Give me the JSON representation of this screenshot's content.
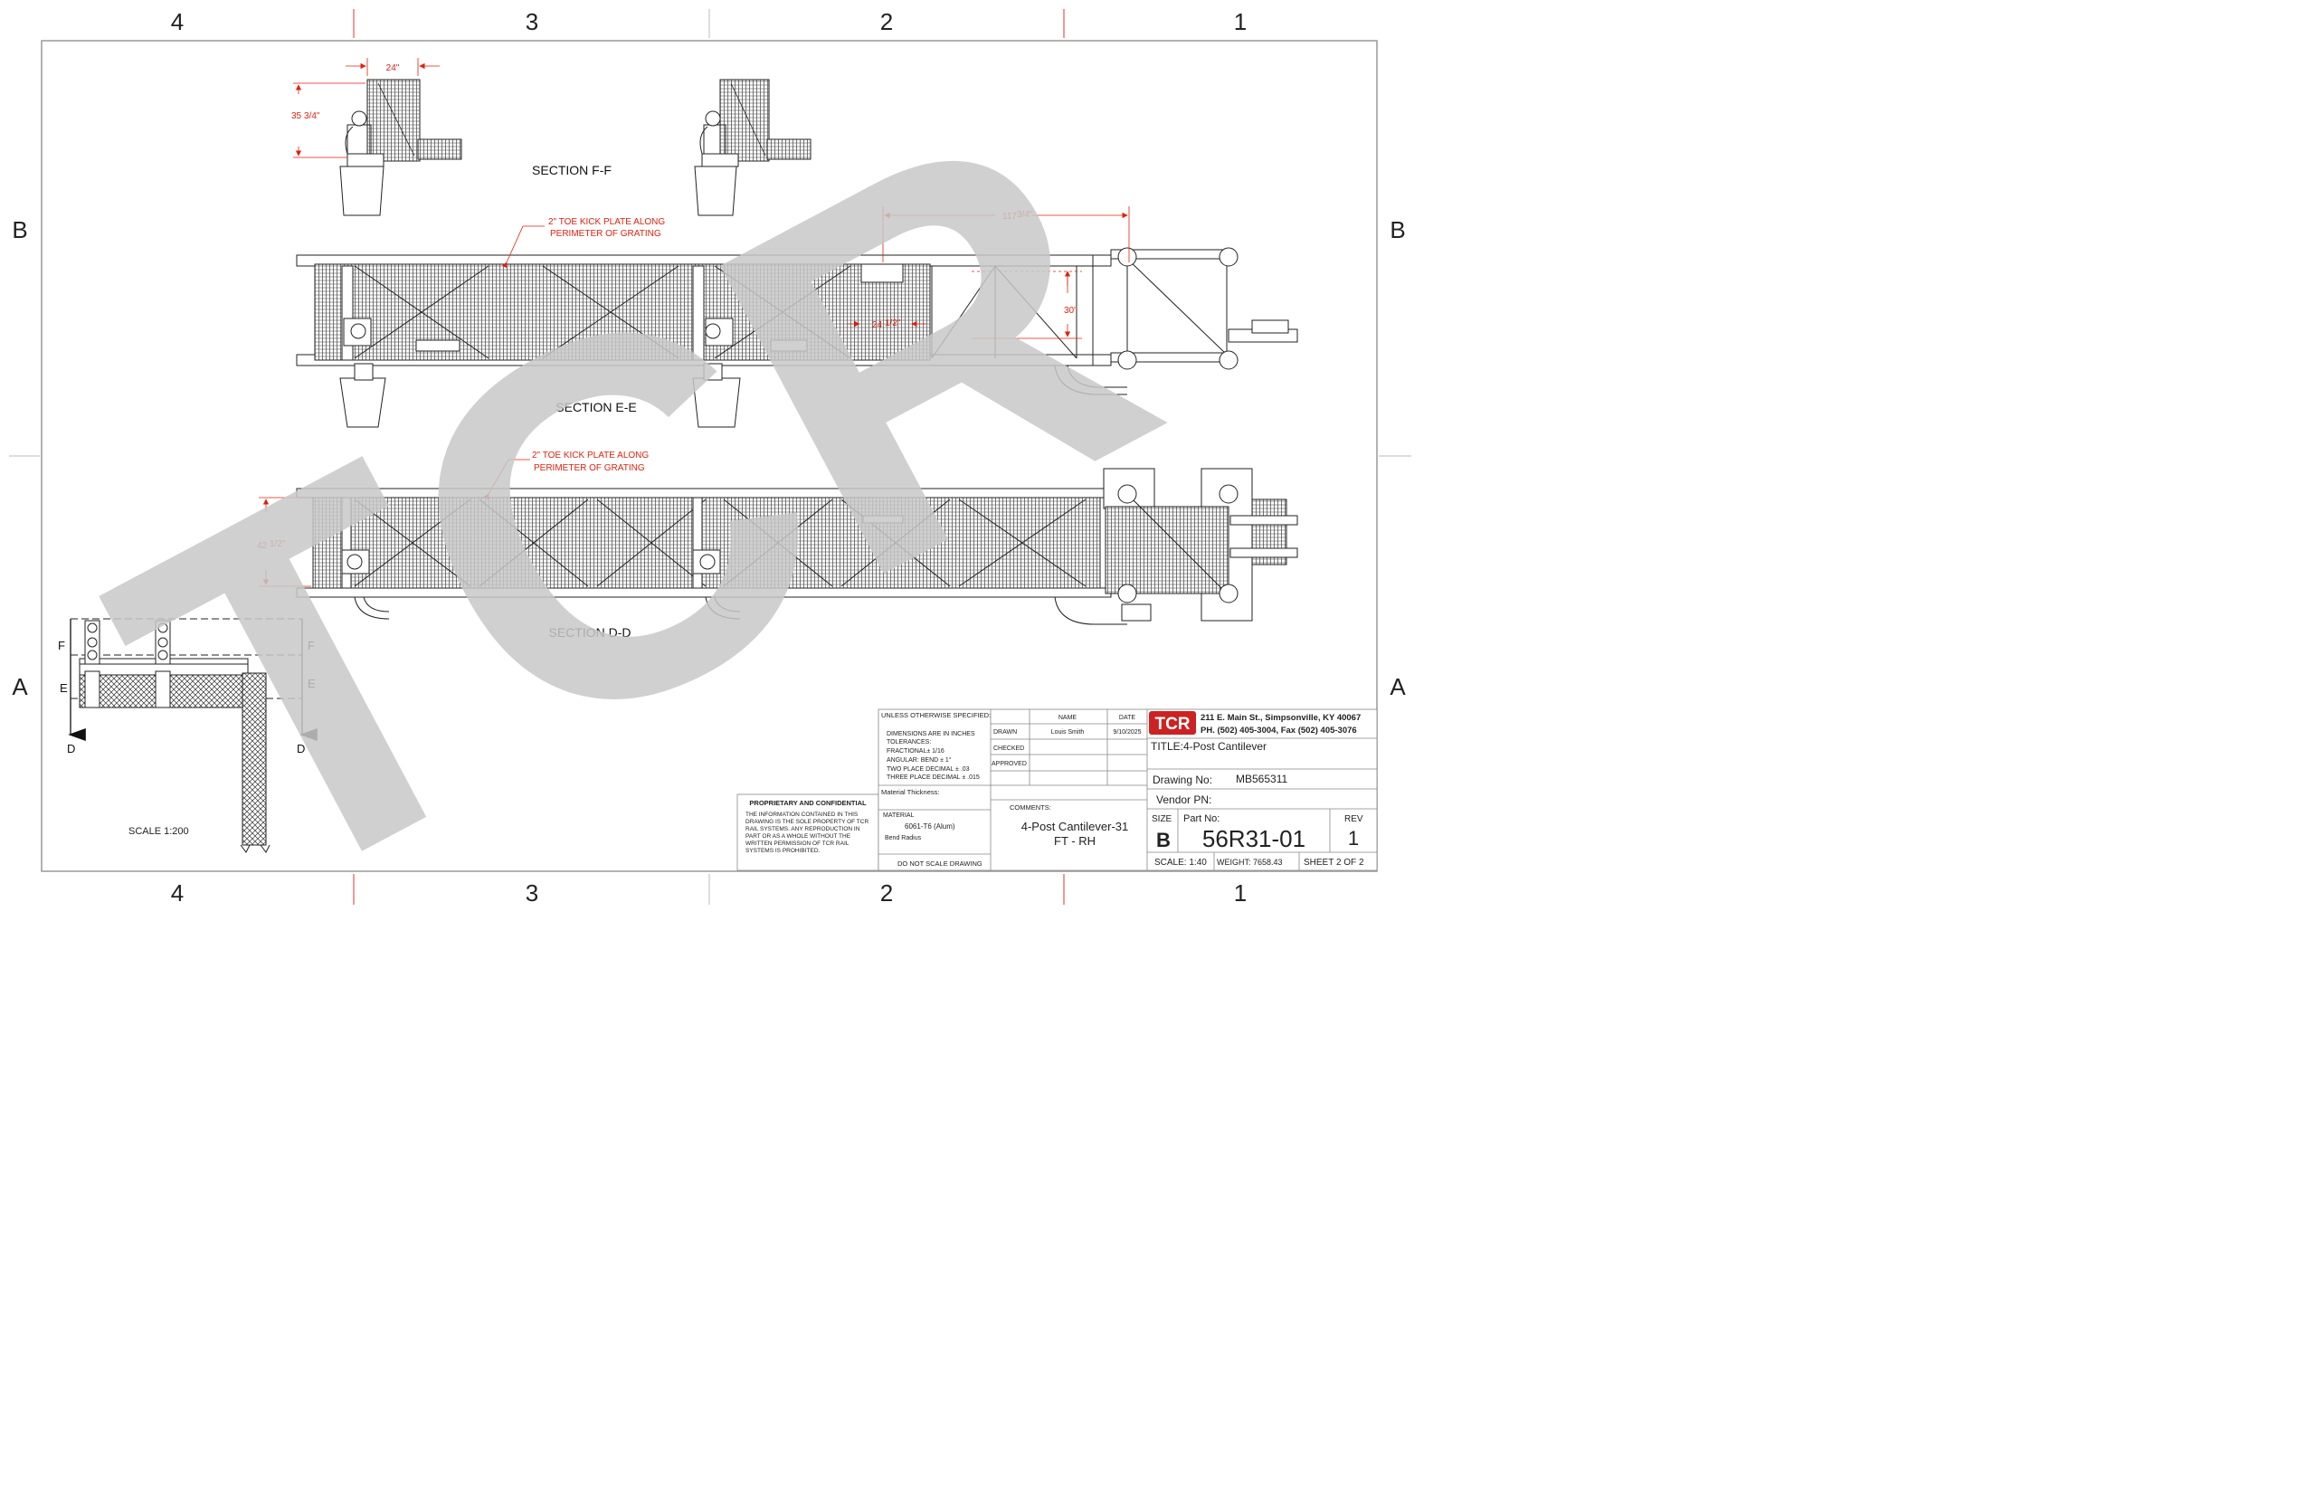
{
  "zones": {
    "columns": [
      "4",
      "3",
      "2",
      "1"
    ],
    "rows": [
      "B",
      "A"
    ]
  },
  "views": {
    "section_ff": "SECTION F-F",
    "section_ee": "SECTION E-E",
    "section_dd": "SECTION D-D",
    "iso_scale": "SCALE 1:200",
    "iso_labels": [
      "F",
      "F",
      "E",
      "E",
      "D",
      "D"
    ]
  },
  "notes": {
    "toe_kick_line1": "2\" TOE KICK PLATE ALONG",
    "toe_kick_line2": "PERIMETER OF GRATING"
  },
  "dimensions": {
    "width_24": "24\"",
    "height_35": "35",
    "height_35_frac": "3/4\"",
    "span_117": "117",
    "span_117_frac": "3/4\"",
    "depth_30": "30\"",
    "depth_24": "24",
    "depth_24_frac": "1/2\"",
    "height_42": "42",
    "height_42_frac": "1/2\""
  },
  "watermark": "TCR",
  "proprietary": {
    "heading": "PROPRIETARY AND CONFIDENTIAL",
    "lines": [
      "THE INFORMATION CONTAINED IN THIS",
      "DRAWING IS THE SOLE PROPERTY OF TCR",
      "RAIL SYSTEMS.  ANY REPRODUCTION IN",
      "PART OR AS A WHOLE WITHOUT THE",
      "WRITTEN PERMISSION OF TCR RAIL",
      "SYSTEMS IS PROHIBITED."
    ]
  },
  "title_block": {
    "unless": "UNLESS OTHERWISE SPECIFIED:",
    "tolerances": [
      "DIMENSIONS ARE IN INCHES",
      "TOLERANCES:",
      "FRACTIONAL± 1/16",
      "ANGULAR:  BEND ± 1°",
      "TWO PLACE DECIMAL   ± .03",
      "THREE PLACE DECIMAL  ± .015"
    ],
    "material_thickness": "Material Thickness:",
    "material_label": "MATERIAL",
    "material_value": "6061-T6 (Alum)",
    "bend_radius": "Bend Radius",
    "do_not_scale": "DO NOT SCALE DRAWING",
    "col_name": "NAME",
    "col_date": "DATE",
    "drawn_label": "DRAWN",
    "drawn_name": "Louis Smith",
    "drawn_date": "9/10/2025",
    "checked_label": "CHECKED",
    "approved_label": "APPROVED",
    "comments_label": "COMMENTS:",
    "comments_line1": "4-Post Cantilever-31",
    "comments_line2": "FT - RH",
    "logo_text": "TCR",
    "address": "211 E. Main St., Simpsonville, KY  40067",
    "phone": "PH. (502) 405-3004, Fax (502) 405-3076",
    "title_label": "TITLE:",
    "title_value": "4-Post Cantilever",
    "drawing_no_label": "Drawing No:",
    "drawing_no_value": "MB565311",
    "vendor_label": "Vendor PN:",
    "size_label": "SIZE",
    "size_value": "B",
    "part_label": "Part No:",
    "part_value": "56R31-01",
    "rev_label": "REV",
    "rev_value": "1",
    "scale": "SCALE: 1:40",
    "weight": "WEIGHT: 7658.43",
    "sheet": "SHEET 2 OF 2"
  },
  "colors": {
    "dimension": "#dd2222",
    "logo": "#cc2222",
    "watermark": "#cfcfcf",
    "line": "#222222"
  }
}
